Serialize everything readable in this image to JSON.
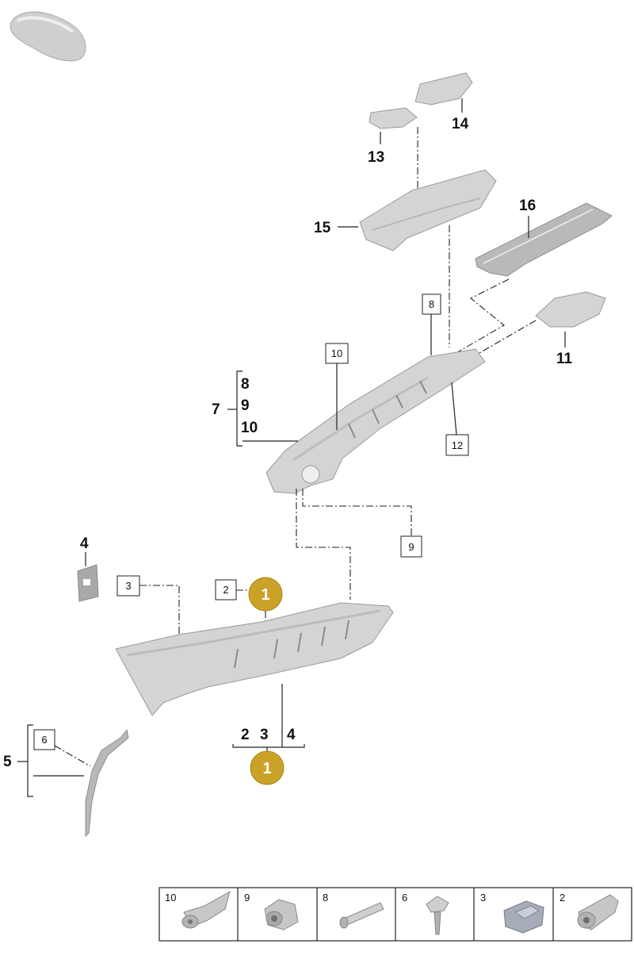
{
  "diagram": {
    "callouts": {
      "n14": "14",
      "n13": "13",
      "n15": "15",
      "n16": "16",
      "n11": "11",
      "n7": "7",
      "n8": "8",
      "n9": "9",
      "n10": "10",
      "n4": "4",
      "n5": "5",
      "g2": "2",
      "g3": "3",
      "g4": "4"
    },
    "boxed": {
      "b8": "8",
      "b10": "10",
      "b12": "12",
      "b9": "9",
      "b3": "3",
      "b2": "2",
      "b6": "6"
    },
    "circles": {
      "c_top": "1",
      "c_bottom": "1"
    }
  },
  "fastener_table": {
    "cells": [
      {
        "label": "10",
        "icon": "clip-10-icon"
      },
      {
        "label": "9",
        "icon": "nut-9-icon"
      },
      {
        "label": "8",
        "icon": "pin-8-icon"
      },
      {
        "label": "6",
        "icon": "rivet-6-icon"
      },
      {
        "label": "3",
        "icon": "clip-3-icon"
      },
      {
        "label": "2",
        "icon": "grommet-2-icon"
      }
    ]
  },
  "colors": {
    "circle_fill": "#c9a227",
    "part_fill": "#d4d4d4"
  }
}
